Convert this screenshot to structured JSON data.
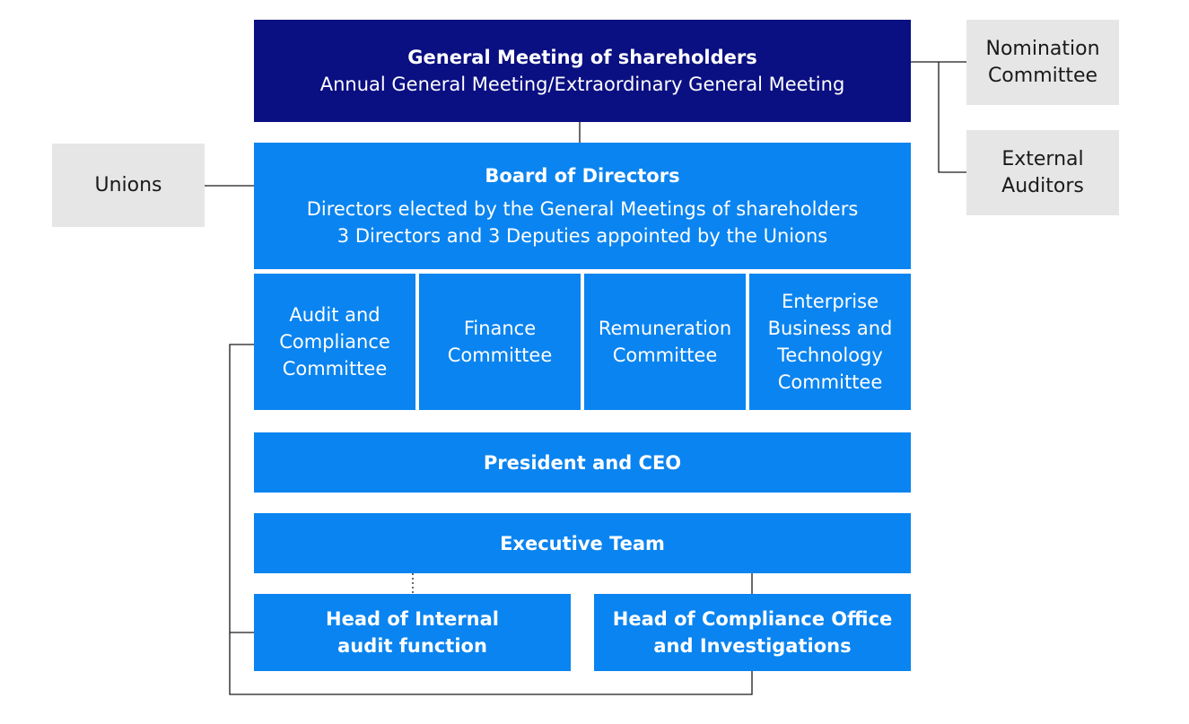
{
  "general_meeting": {
    "title": "General Meeting of shareholders",
    "subtitle": "Annual General Meeting/Extraordinary General Meeting"
  },
  "nomination_committee": "Nomination\nCommittee",
  "external_auditors": "External\nAuditors",
  "unions": "Unions",
  "board": {
    "title": "Board of Directors",
    "line1": "Directors elected by the General Meetings of shareholders",
    "line2": "3 Directors and 3 Deputies appointed by the Unions"
  },
  "committees": [
    "Audit and\nCompliance\nCommittee",
    "Finance\nCommittee",
    "Remuneration\nCommittee",
    "Enterprise\nBusiness and\nTechnology\nCommittee"
  ],
  "president": "President and CEO",
  "executive_team": "Executive Team",
  "head_internal_audit": "Head of Internal\naudit function",
  "head_compliance": "Head of Compliance Office\nand Investigations",
  "colors": {
    "navy": "#0a0f82",
    "blue": "#0a84f0",
    "grey": "#e6e6e6",
    "connector": "#1a1a1a"
  }
}
